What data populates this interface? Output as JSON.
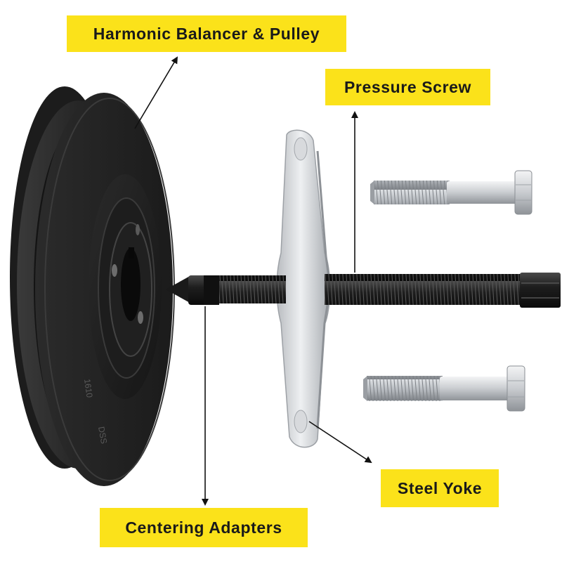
{
  "colors": {
    "label_background": "#fbe21a",
    "label_text": "#1a1a1a",
    "background": "#ffffff"
  },
  "labels": {
    "balancer": "Harmonic Balancer & Pulley",
    "pressure_screw": "Pressure Screw",
    "steel_yoke": "Steel Yoke",
    "centering_adapters": "Centering Adapters"
  },
  "pulley_markings": [
    "1610",
    "DSS"
  ]
}
